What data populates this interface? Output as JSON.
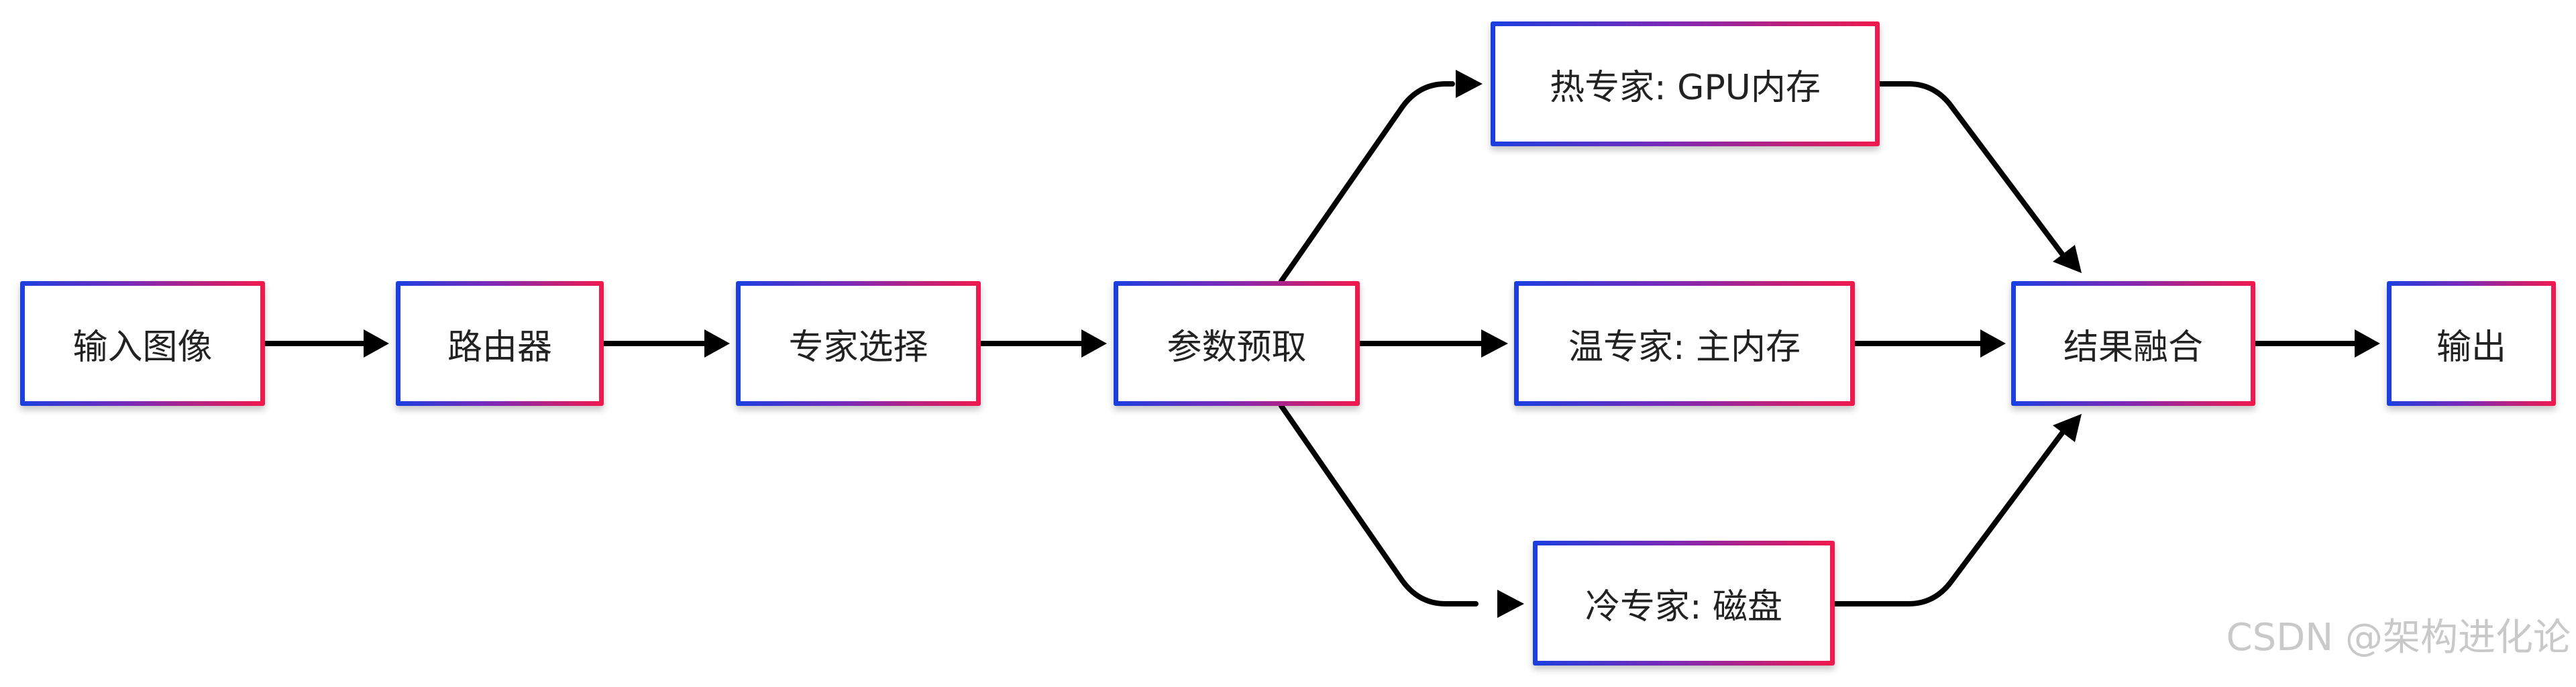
{
  "nodes": {
    "input": "输入图像",
    "router": "路由器",
    "select": "专家选择",
    "prefetch": "参数预取",
    "hot": "热专家: GPU内存",
    "warm": "温专家: 主内存",
    "cold": "冷专家: 磁盘",
    "fusion": "结果融合",
    "output": "输出"
  },
  "edges": [
    {
      "from": "input",
      "to": "router"
    },
    {
      "from": "router",
      "to": "select"
    },
    {
      "from": "select",
      "to": "prefetch"
    },
    {
      "from": "prefetch",
      "to": "hot"
    },
    {
      "from": "prefetch",
      "to": "warm"
    },
    {
      "from": "prefetch",
      "to": "cold"
    },
    {
      "from": "hot",
      "to": "fusion"
    },
    {
      "from": "warm",
      "to": "fusion"
    },
    {
      "from": "cold",
      "to": "fusion"
    },
    {
      "from": "fusion",
      "to": "output"
    }
  ],
  "watermark": "CSDN @架构进化论"
}
